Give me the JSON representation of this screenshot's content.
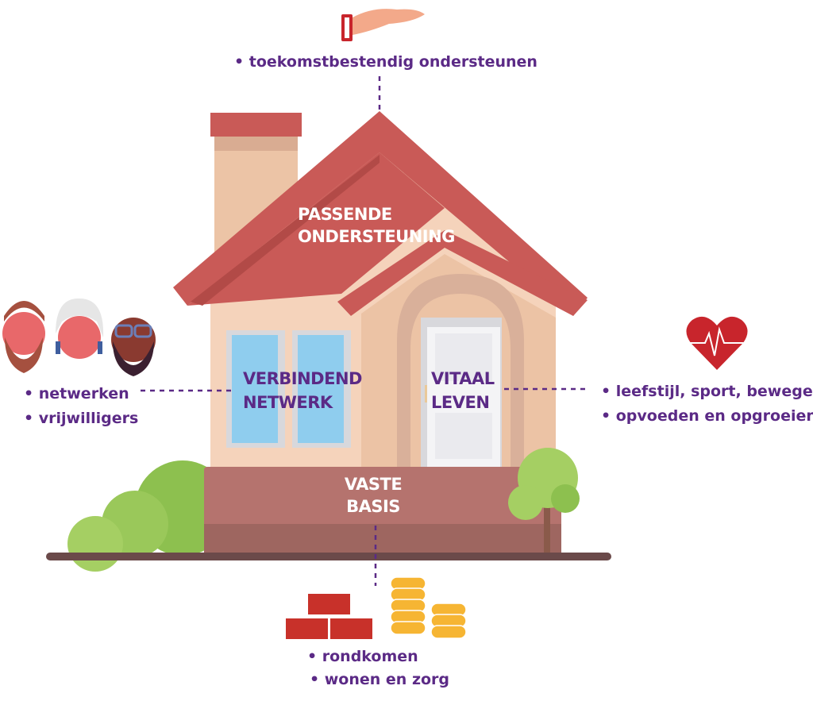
{
  "top": {
    "label": "• toekomstbestendig ondersteunen",
    "icon": "supporting-hand-icon"
  },
  "roof": {
    "line1": "PASSENDE",
    "line2": "ONDERSTEUNING"
  },
  "windows": {
    "line1": "VERBINDEND",
    "line2": "NETWERK"
  },
  "door": {
    "line1": "VITAAL",
    "line2": "LEVEN"
  },
  "base": {
    "line1": "VASTE",
    "line2": "BASIS"
  },
  "left": {
    "items": [
      "• netwerken",
      "• vrijwilligers"
    ],
    "icon": "people-faces-icon"
  },
  "right": {
    "items": [
      "• leefstijl, sport, bewegen",
      "• opvoeden en opgroeien"
    ],
    "icon": "heartbeat-icon"
  },
  "bottom": {
    "items": [
      "• rondkomen",
      "• wonen en zorg"
    ],
    "icon": "bricks-and-coins-icon"
  },
  "colors": {
    "purple": "#5b2a86",
    "roof": "#c95a57",
    "wall": "#f5d3bb",
    "base": "#b5736e",
    "green": "#8dc04f"
  }
}
